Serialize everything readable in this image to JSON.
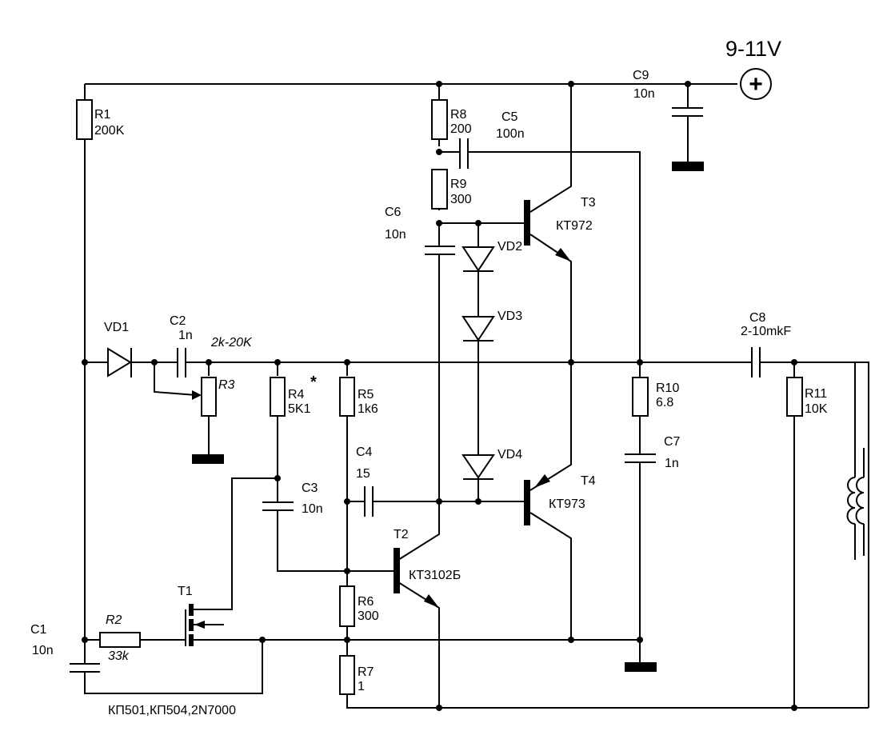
{
  "title": "Transistor amplifier schematic (9-11V supply)",
  "supply": {
    "label": "9-11V",
    "terminal_symbol": "+"
  },
  "components": {
    "R1": {
      "ref": "R1",
      "value": "200K"
    },
    "R2": {
      "ref": "R2",
      "value": "33k"
    },
    "R3": {
      "ref": "R3",
      "value": "2k-20K"
    },
    "R4": {
      "ref": "R4",
      "value": "5K1",
      "mark": "*"
    },
    "R5": {
      "ref": "R5",
      "value": "1k6"
    },
    "R6": {
      "ref": "R6",
      "value": "300"
    },
    "R7": {
      "ref": "R7",
      "value": "1"
    },
    "R8": {
      "ref": "R8",
      "value": "200"
    },
    "R9": {
      "ref": "R9",
      "value": "300"
    },
    "R10": {
      "ref": "R10",
      "value": "6.8"
    },
    "R11": {
      "ref": "R11",
      "value": "10K"
    },
    "C1": {
      "ref": "C1",
      "value": "10n"
    },
    "C2": {
      "ref": "C2",
      "value": "1n"
    },
    "C3": {
      "ref": "C3",
      "value": "10n"
    },
    "C4": {
      "ref": "C4",
      "value": "15"
    },
    "C5": {
      "ref": "C5",
      "value": "100n"
    },
    "C6": {
      "ref": "C6",
      "value": "10n"
    },
    "C7": {
      "ref": "C7",
      "value": "1n"
    },
    "C8": {
      "ref": "C8",
      "value": "2-10mkF"
    },
    "C9": {
      "ref": "C9",
      "value": "10n"
    },
    "VD1": {
      "ref": "VD1"
    },
    "VD2": {
      "ref": "VD2"
    },
    "VD3": {
      "ref": "VD3"
    },
    "VD4": {
      "ref": "VD4"
    },
    "T1": {
      "ref": "T1",
      "part": "КП501,КП504,2N7000"
    },
    "T2": {
      "ref": "T2",
      "part": "КТ3102Б"
    },
    "T3": {
      "ref": "T3",
      "part": "КТ972"
    },
    "T4": {
      "ref": "T4",
      "part": "КТ973"
    },
    "L1": {
      "ref": ""
    }
  }
}
